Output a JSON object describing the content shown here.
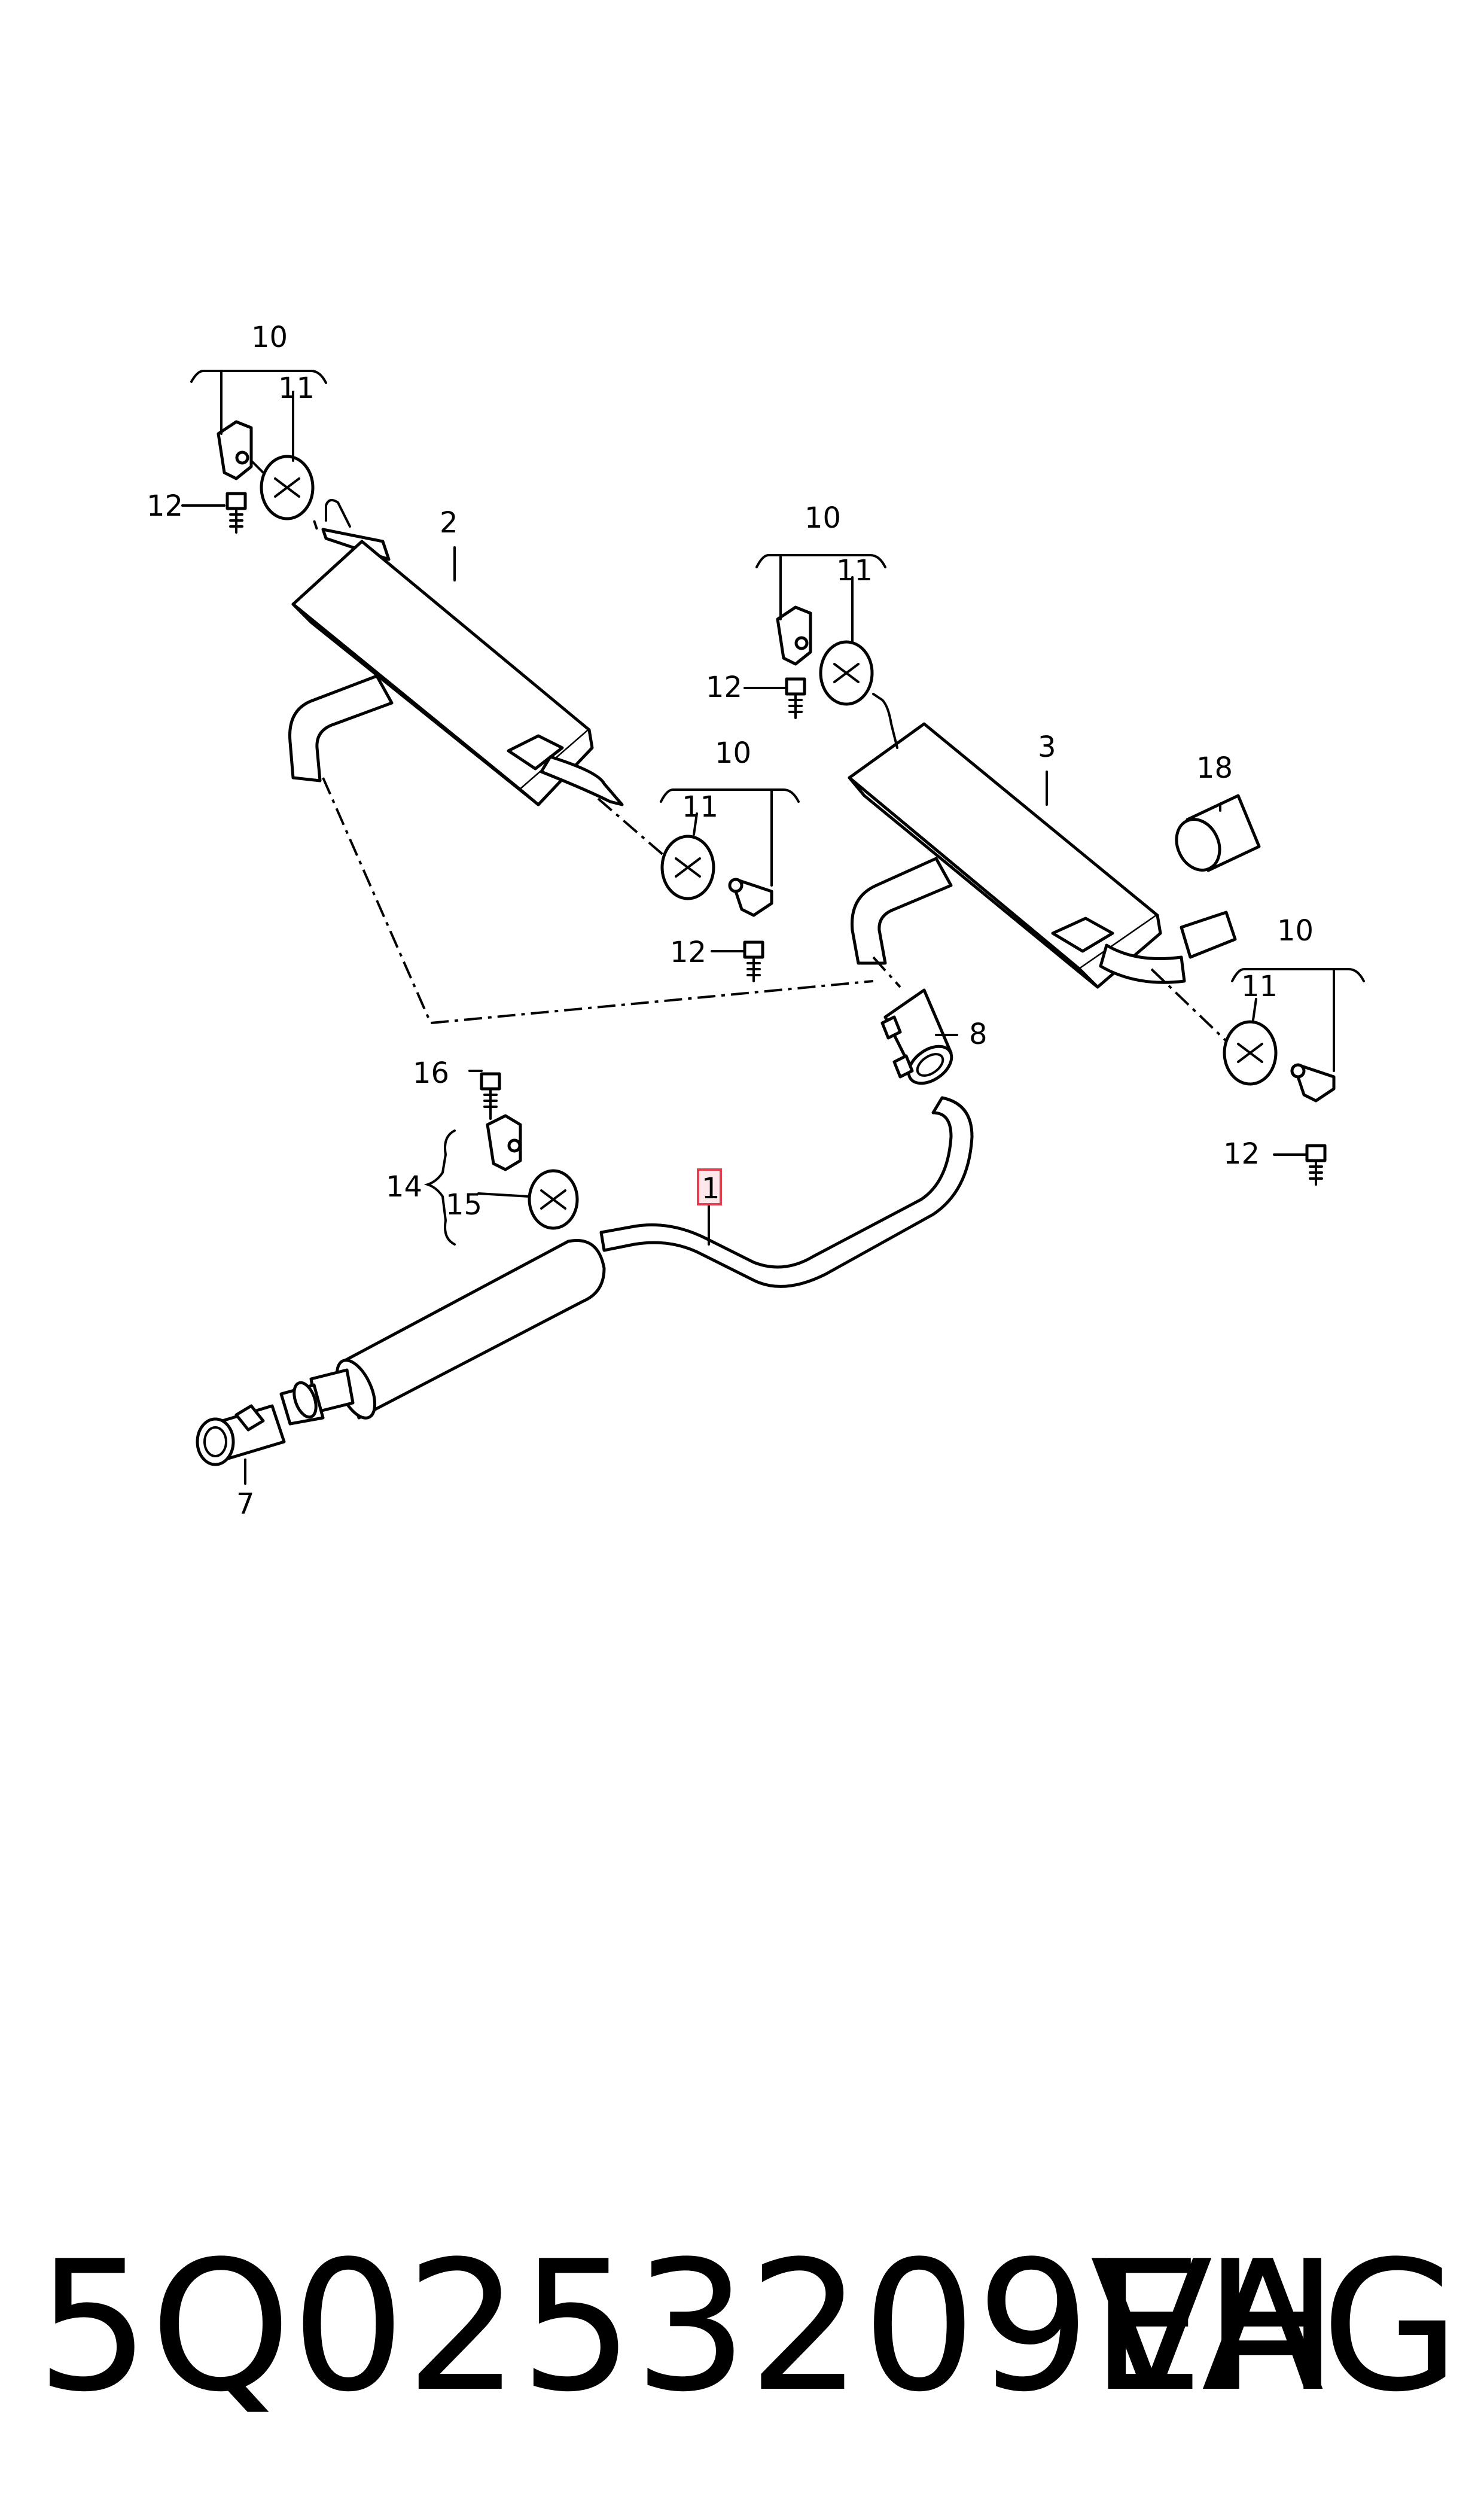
{
  "footer": {
    "part_number": "5Q0253209EH",
    "brand": "VAG"
  },
  "callouts": {
    "c1": "1",
    "c2": "2",
    "c3": "3",
    "c7": "7",
    "c8": "8",
    "c10a": "10",
    "c11a": "11",
    "c12a": "12",
    "c10b": "10",
    "c11b": "11",
    "c12b": "12",
    "c10c": "10",
    "c11c": "11",
    "c12c": "12",
    "c10d": "10",
    "c11d": "11",
    "c12d": "12",
    "c14": "14",
    "c15": "15",
    "c16": "16",
    "c18": "18"
  },
  "colors": {
    "line": "#000000",
    "highlight_fill": "#fde7ea",
    "highlight_stroke": "#e0404f"
  }
}
